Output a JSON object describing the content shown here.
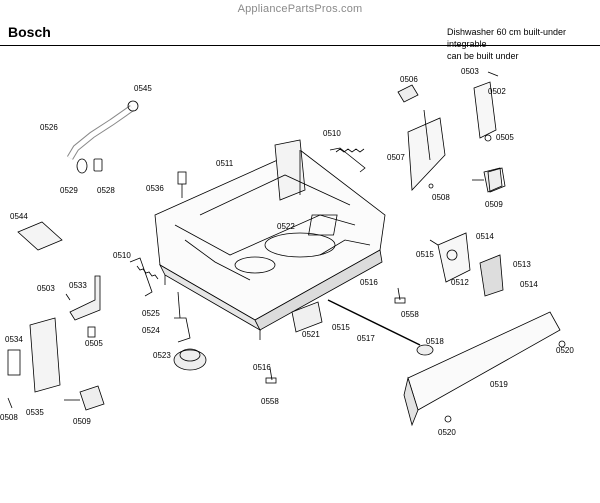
{
  "watermark": "AppliancePartsPros.com",
  "header": {
    "brand": "Bosch",
    "description_line1": "Dishwasher 60 cm built-under integrable",
    "description_line2": "can be built under"
  },
  "part_labels": {
    "p0503_a": "0503",
    "p0502": "0502",
    "p0505_a": "0505",
    "p0506": "0506",
    "p0507": "0507",
    "p0508_a": "0508",
    "p0509_a": "0509",
    "p0510_a": "0510",
    "p0545": "0545",
    "p0526": "0526",
    "p0529": "0529",
    "p0528": "0528",
    "p0511": "0511",
    "p0536": "0536",
    "p0522": "0522",
    "p0544": "0544",
    "p0510_b": "0510",
    "p0514_a": "0514",
    "p0515_a": "0515",
    "p0512": "0512",
    "p0513": "0513",
    "p0514_b": "0514",
    "p0503_b": "0503",
    "p0533": "0533",
    "p0505_b": "0505",
    "p0516_a": "0516",
    "p0558_a": "0558",
    "p0525": "0525",
    "p0524": "0524",
    "p0523": "0523",
    "p0521": "0521",
    "p0515_b": "0515",
    "p0517": "0517",
    "p0518": "0518",
    "p0520_a": "0520",
    "p0534": "0534",
    "p0535": "0535",
    "p0508_b": "0508",
    "p0509_b": "0509",
    "p0516_b": "0516",
    "p0558_b": "0558",
    "p0519": "0519",
    "p0520_b": "0520"
  }
}
